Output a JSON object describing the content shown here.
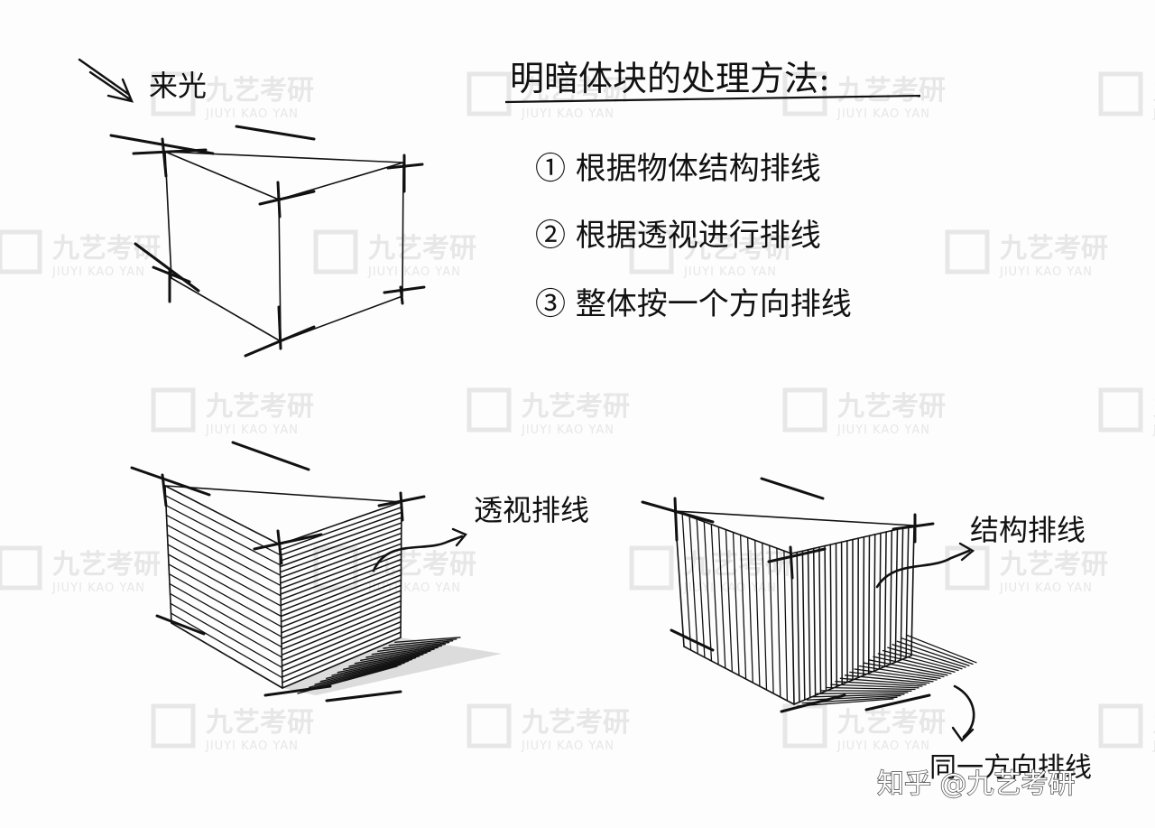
{
  "light_label": "来光",
  "title": "明暗体块的处理方法:",
  "methods": [
    "① 根据物体结构排线",
    "② 根据透视进行排线",
    "③ 整体按一个方向排线"
  ],
  "labels": {
    "perspective": "透视排线",
    "structure": "结构排线",
    "same_direction": "同一方向排线"
  },
  "watermark": {
    "cn": "九艺考研",
    "en": "JIUYI KAO YAN"
  },
  "footer": "知乎 @九艺考研"
}
